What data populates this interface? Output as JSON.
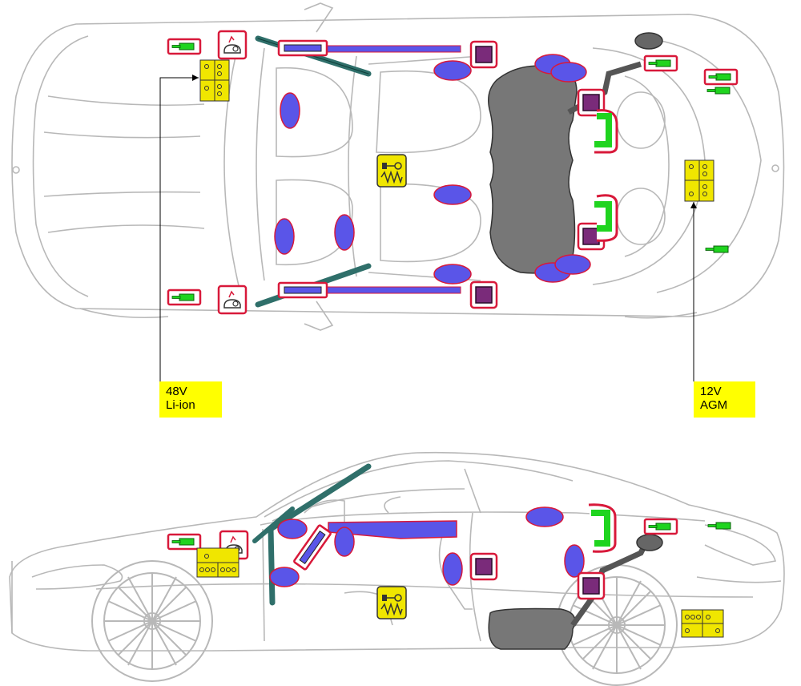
{
  "labels": {
    "li_ion": {
      "line1": "48V",
      "line2": "Li-ion"
    },
    "agm": {
      "line1": "12V",
      "line2": "AGM"
    }
  },
  "colors": {
    "outline": "#b8b8b8",
    "airbag": "#5a55e8",
    "airbag_border": "#d8193a",
    "tank": "#777777",
    "roll_bar": "#2f6f6a",
    "module": "#7a2b7a",
    "pretensioner": "#1fd41f",
    "battery": "#f0e600",
    "callout": "#ffff00"
  },
  "legend_icons": [
    "airbag-icon",
    "fuel-tank-icon",
    "rollover-bar-icon",
    "control-module-icon",
    "seatbelt-pretensioner-icon",
    "gas-strut-icon",
    "battery-icon",
    "pyrotechnic-cutout-icon",
    "hood-actuator-icon"
  ]
}
